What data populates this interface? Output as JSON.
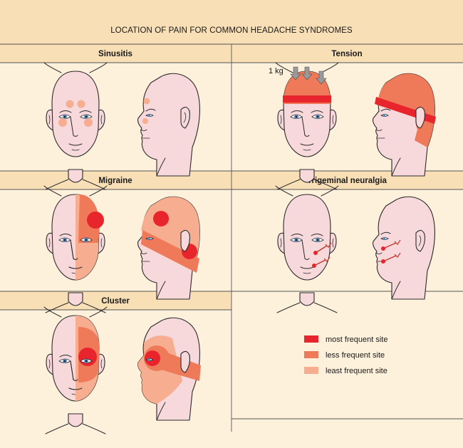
{
  "title": "LOCATION OF PAIN FOR COMMON HEADACHE SYNDROMES",
  "panels": {
    "sinusitis": "Sinusitis",
    "tension": "Tension",
    "migraine": "Migraine",
    "trigeminal": "Trigeminal neuralgia",
    "cluster": "Cluster"
  },
  "tension_weight_label": "1 kg",
  "legend": [
    {
      "label": "most frequent site",
      "color": "#e8242c"
    },
    {
      "label": "less frequent site",
      "color": "#ee7a5a"
    },
    {
      "label": "least frequent site",
      "color": "#f6ad90"
    }
  ],
  "colors": {
    "background": "#fdf1dc",
    "header_band": "#f8dfb6",
    "skin": "#f7d9dc",
    "iris": "#5b86b8"
  }
}
